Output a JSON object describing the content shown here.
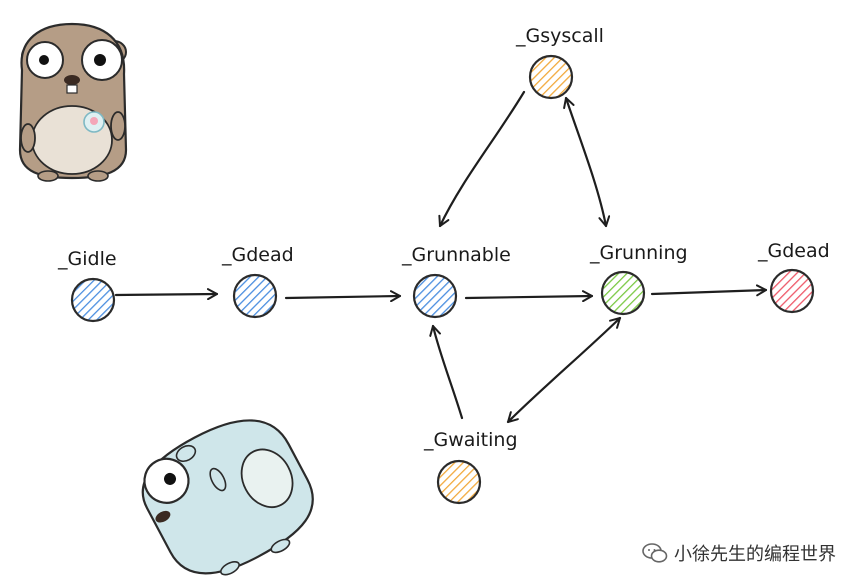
{
  "diagram": {
    "states": {
      "gidle": {
        "label": "_Gidle",
        "color": "#4a8ee0"
      },
      "gdead_left": {
        "label": "_Gdead",
        "color": "#4a8ee0"
      },
      "grunnable": {
        "label": "_Grunnable",
        "color": "#4a8ee0"
      },
      "grunning": {
        "label": "_Grunning",
        "color": "#7ac943"
      },
      "gdead_right": {
        "label": "_Gdead",
        "color": "#ee5a6a"
      },
      "gsyscall": {
        "label": "_Gsyscall",
        "color": "#f2a93b"
      },
      "gwaiting": {
        "label": "_Gwaiting",
        "color": "#f2a93b"
      }
    },
    "transitions": [
      {
        "from": "_Gidle",
        "to": "_Gdead"
      },
      {
        "from": "_Gdead",
        "to": "_Grunnable"
      },
      {
        "from": "_Grunnable",
        "to": "_Grunning"
      },
      {
        "from": "_Grunning",
        "to": "_Gdead"
      },
      {
        "from": "_Gsyscall",
        "to": "_Grunnable"
      },
      {
        "from": "_Gsyscall",
        "to": "_Grunning",
        "bidirectional": true
      },
      {
        "from": "_Grunning",
        "to": "_Gwaiting",
        "bidirectional": true
      },
      {
        "from": "_Gwaiting",
        "to": "_Grunnable"
      }
    ]
  },
  "mascots": [
    {
      "name": "brown-gopher",
      "color": "#b59d86"
    },
    {
      "name": "blue-gopher",
      "color": "#cfe6ea"
    }
  ],
  "watermark": {
    "text": "小徐先生的编程世界",
    "icon": "wechat-icon"
  }
}
